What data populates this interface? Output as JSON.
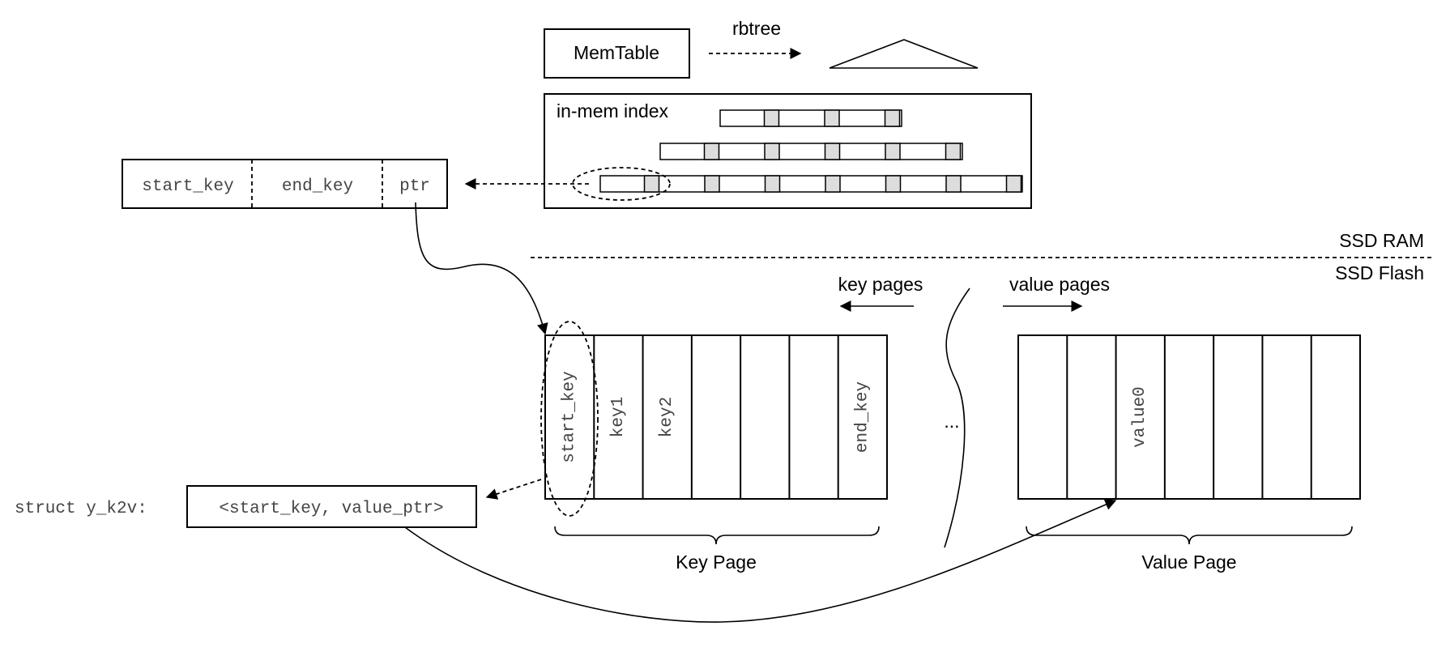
{
  "memtable": {
    "label": "MemTable",
    "arrow_label": "rbtree"
  },
  "index": {
    "label": "in-mem index"
  },
  "entry": {
    "fields": [
      "start_key",
      "end_key",
      "ptr"
    ]
  },
  "regions": {
    "ram": "SSD RAM",
    "flash": "SSD Flash"
  },
  "directions": {
    "key_pages": "key pages",
    "value_pages": "value pages"
  },
  "key_page": {
    "slots": [
      "start_key",
      "key1",
      "key2",
      "",
      "",
      "",
      "end_key"
    ],
    "brace_label": "Key Page"
  },
  "value_page": {
    "slots": [
      "",
      "",
      "value0",
      "",
      "",
      "",
      ""
    ],
    "brace_label": "Value Page"
  },
  "ellipsis": "...",
  "struct": {
    "label": "struct y_k2v:",
    "value": "<start_key, value_ptr>"
  }
}
